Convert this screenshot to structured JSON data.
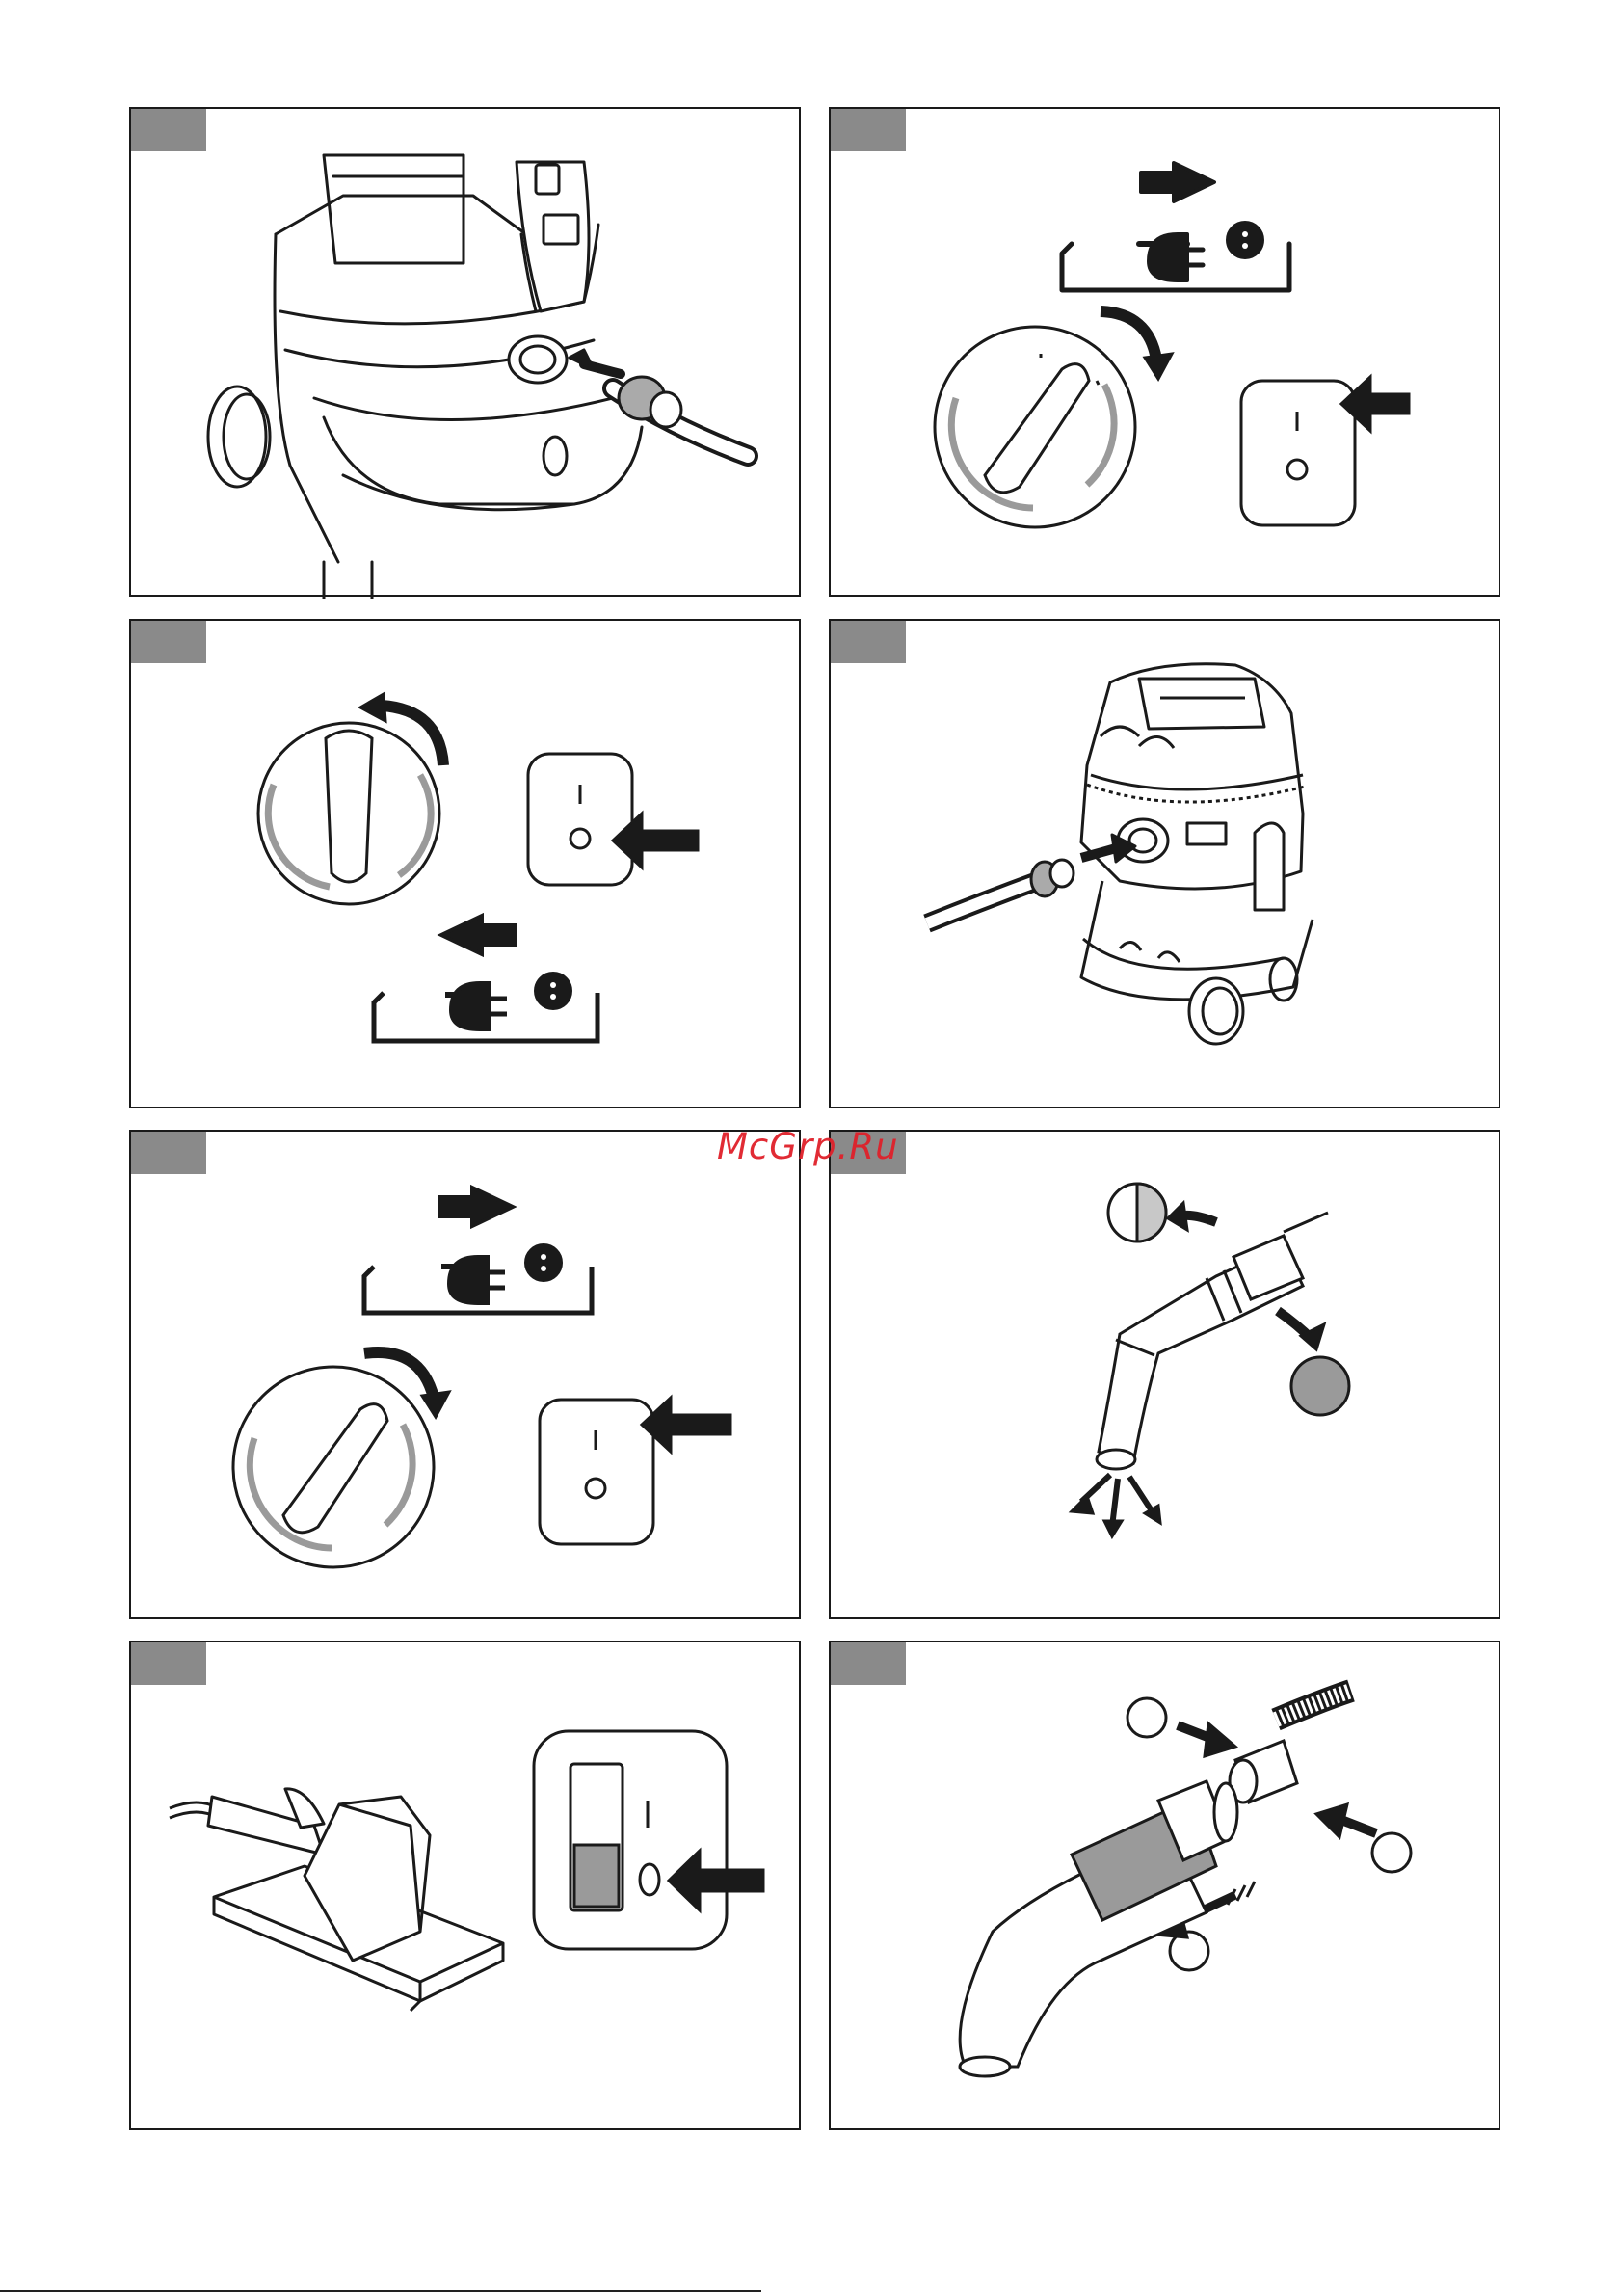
{
  "watermark": "McGrp.Ru",
  "symbols": {
    "position_zero": "0",
    "position_one": "I",
    "switch_on": "I",
    "switch_off": "O"
  },
  "colors": {
    "line": "#1a1a1a",
    "tab": "#8a8a8a",
    "grey_fill": "#9a9a9a",
    "light_grey": "#c8c8c8",
    "watermark": "#e0202a"
  },
  "icons": [
    "hose-connect-icon",
    "plug-out-icon",
    "plug-in-icon",
    "dial-knob-icon",
    "power-switch-icon",
    "vacuum-cleaner-icon",
    "blow-hose-icon",
    "sander-tool-icon",
    "hose-coupling-icon"
  ]
}
